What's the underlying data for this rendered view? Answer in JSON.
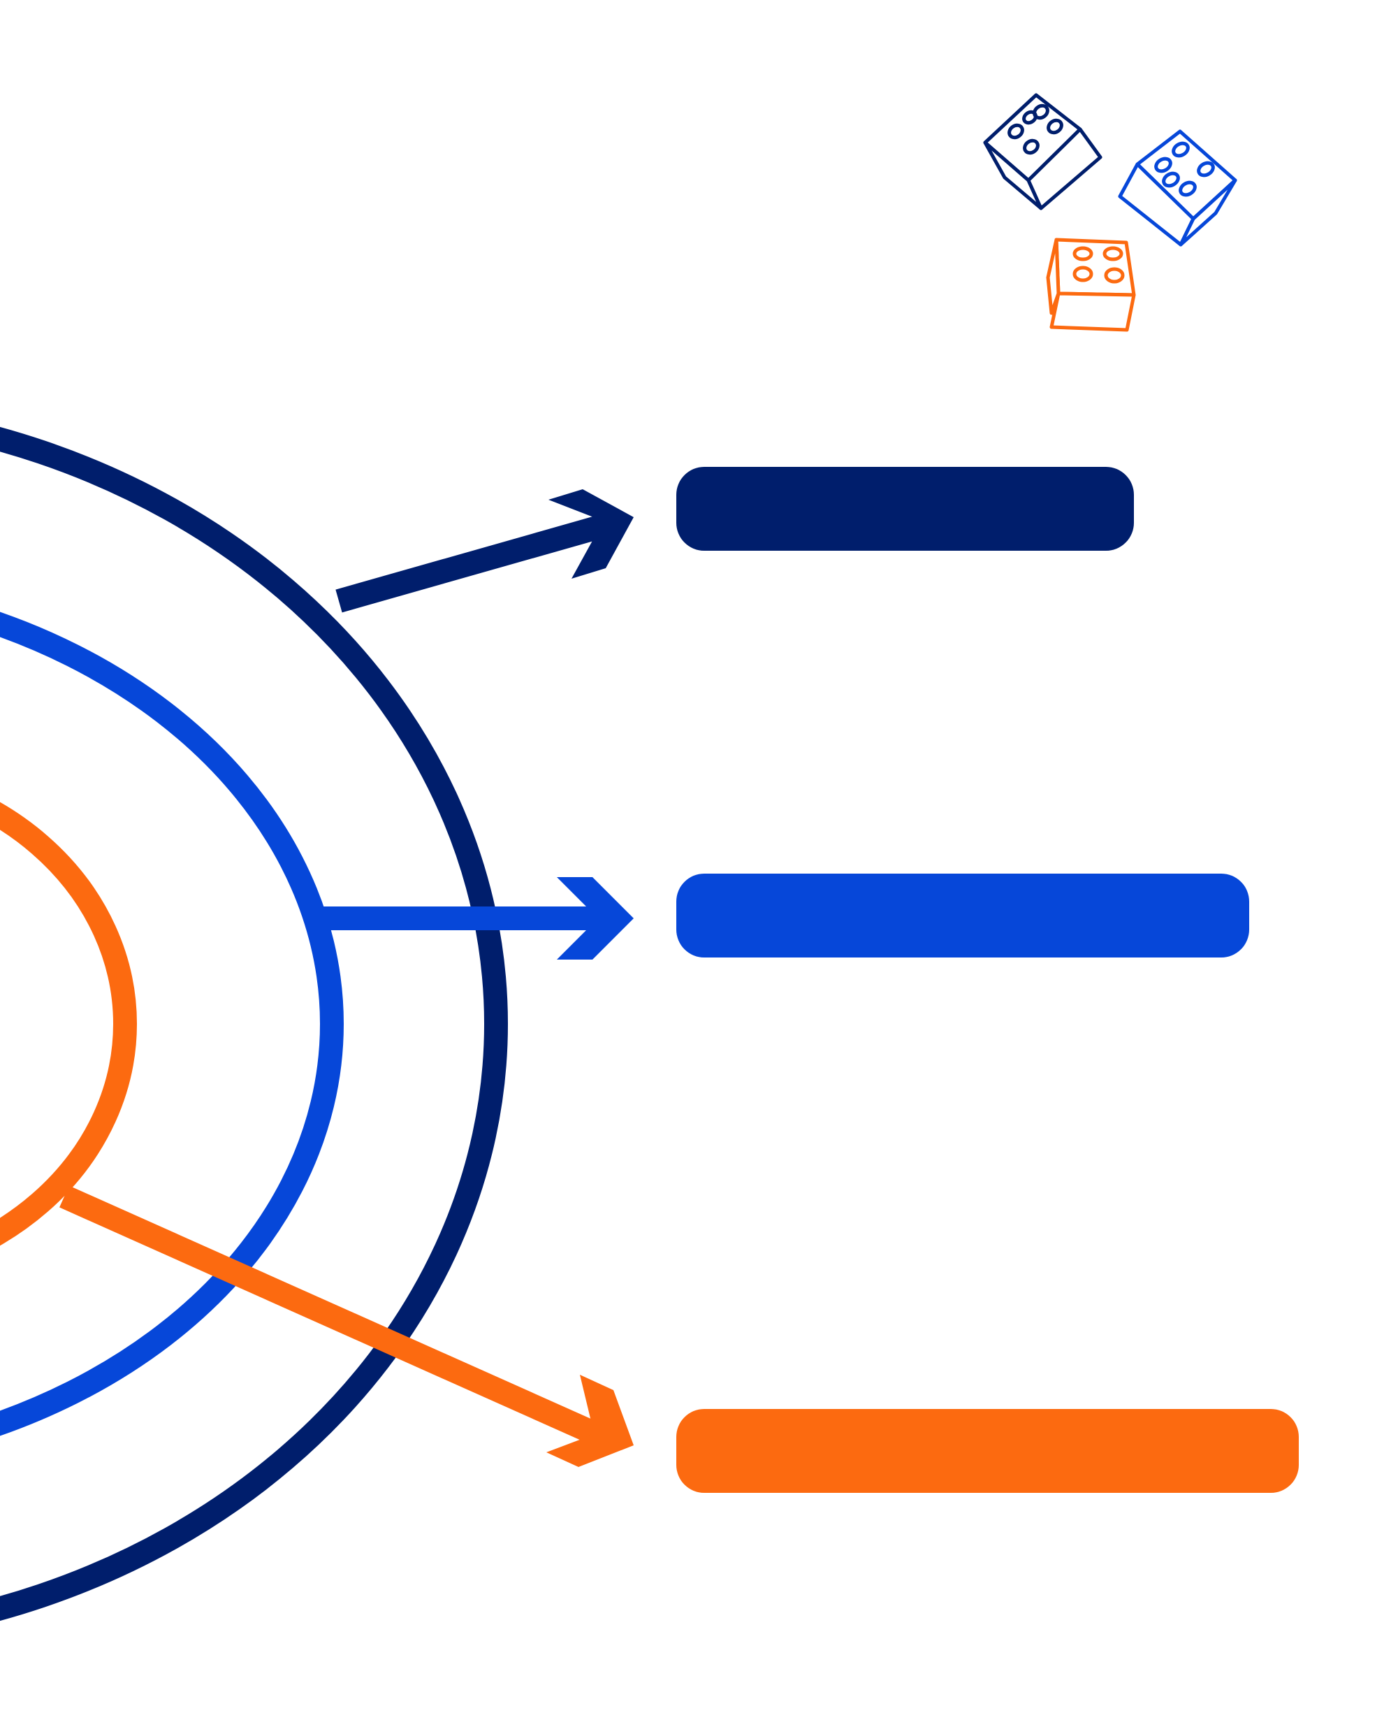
{
  "colors": {
    "navy": "#001E6C",
    "blue": "#0647D9",
    "orange": "#FC6A10",
    "background": "#FFFFFF"
  },
  "rings": [
    {
      "name": "outer-ring",
      "color": "navy"
    },
    {
      "name": "middle-ring",
      "color": "blue"
    },
    {
      "name": "inner-ring",
      "color": "orange"
    }
  ],
  "arrows": [
    {
      "name": "navy-arrow",
      "color": "navy",
      "target": "navy-bar"
    },
    {
      "name": "blue-arrow",
      "color": "blue",
      "target": "blue-bar"
    },
    {
      "name": "orange-arrow",
      "color": "orange",
      "target": "orange-bar"
    }
  ],
  "bars": [
    {
      "name": "navy-bar",
      "color": "navy",
      "label": ""
    },
    {
      "name": "blue-bar",
      "color": "blue",
      "label": ""
    },
    {
      "name": "orange-bar",
      "color": "orange",
      "label": ""
    }
  ],
  "icons": [
    {
      "name": "navy-dice-icon",
      "color": "navy",
      "pips": 5
    },
    {
      "name": "blue-dice-icon",
      "color": "blue",
      "pips": 5
    },
    {
      "name": "orange-dice-icon",
      "color": "orange",
      "pips": 4
    }
  ]
}
